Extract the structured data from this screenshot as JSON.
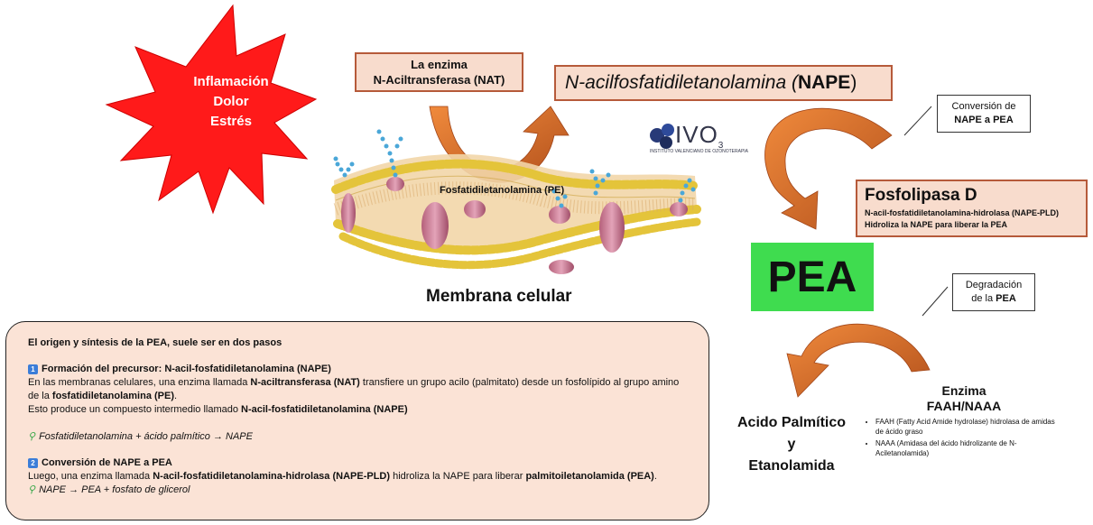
{
  "burst": {
    "lines": [
      "Inflamación",
      "Dolor",
      "Estrés"
    ],
    "color": "#ff1a1a"
  },
  "nat_box": {
    "line1": "La enzima",
    "line2": "N-Aciltransferasa (NAT)"
  },
  "nape_box": {
    "italic": "N-acilfosfatidiletanolamina (",
    "bold": "NAPE",
    "close": ")"
  },
  "logo": {
    "text": "IVO",
    "sup": "3",
    "subtitle": "INSTITUTO VALENCIANO DE OZONOTERAPIA"
  },
  "conversion_box": {
    "line1": "Conversión de",
    "line2": "NAPE a PEA"
  },
  "fosfolipasa": {
    "title": "Fosfolipasa D",
    "line1": "N-acil-fosfatidiletanolamina-hidrolasa (NAPE-PLD)",
    "line2": "Hidroliza la NAPE para liberar la PEA"
  },
  "pea": {
    "label": "PEA",
    "color": "#3fdc4f"
  },
  "degradacion_box": {
    "line1": "Degradación",
    "line2_pre": "de la ",
    "line2_bold": "PEA"
  },
  "membrane": {
    "pe_label": "Fosfatidiletanolamina (PE)",
    "caption": "Membrana celular"
  },
  "products": {
    "line1": "Acido Palmítico",
    "line2": "y",
    "line3": "Etanolamida"
  },
  "enzyme": {
    "title1": "Enzima",
    "title2": "FAAH/NAAA",
    "items": [
      "FAAH (Fatty Acid Amide hydrolase) hidrolasa de amidas de ácido graso",
      "NAAA (Amidasa del ácido hidrolizante de N-Aciletanolamida)"
    ]
  },
  "info": {
    "heading": "El origen y síntesis de la PEA, suele ser en dos pasos",
    "step1": {
      "num": "1",
      "title": "Formación del precursor: ",
      "title_rest": "N-acil-fosfatidiletanolamina (NAPE)",
      "t1": "En las membranas celulares, una enzima llamada ",
      "b1": "N-aciltransferasa (NAT)",
      "t2": " transfiere un grupo acilo (palmitato) desde un fosfolípido al grupo amino de la ",
      "b2": "fosfatidiletanolamina (PE)",
      "t3": ".",
      "t4": "Esto produce un compuesto intermedio llamado ",
      "b3": "N-acil-fosfatidiletanolamina (NAPE)",
      "formula": "Fosfatidiletanolamina + ácido palmítico → NAPE"
    },
    "step2": {
      "num": "2",
      "title": "Conversión de NAPE a PEA",
      "t1": "Luego, una enzima llamada ",
      "b1": "N-acil-fosfatidiletanolamina-hidrolasa (NAPE-PLD)",
      "t2": " hidroliza la NAPE para liberar ",
      "b2": "palmitoiletanolamida (PEA)",
      "t3": ".",
      "formula": "NAPE → PEA + fosfato de glicerol"
    }
  },
  "colors": {
    "box_fill": "#f8dccd",
    "box_border": "#b65a3a",
    "arrow": "#e2692a",
    "info_fill": "#fbe3d6"
  }
}
